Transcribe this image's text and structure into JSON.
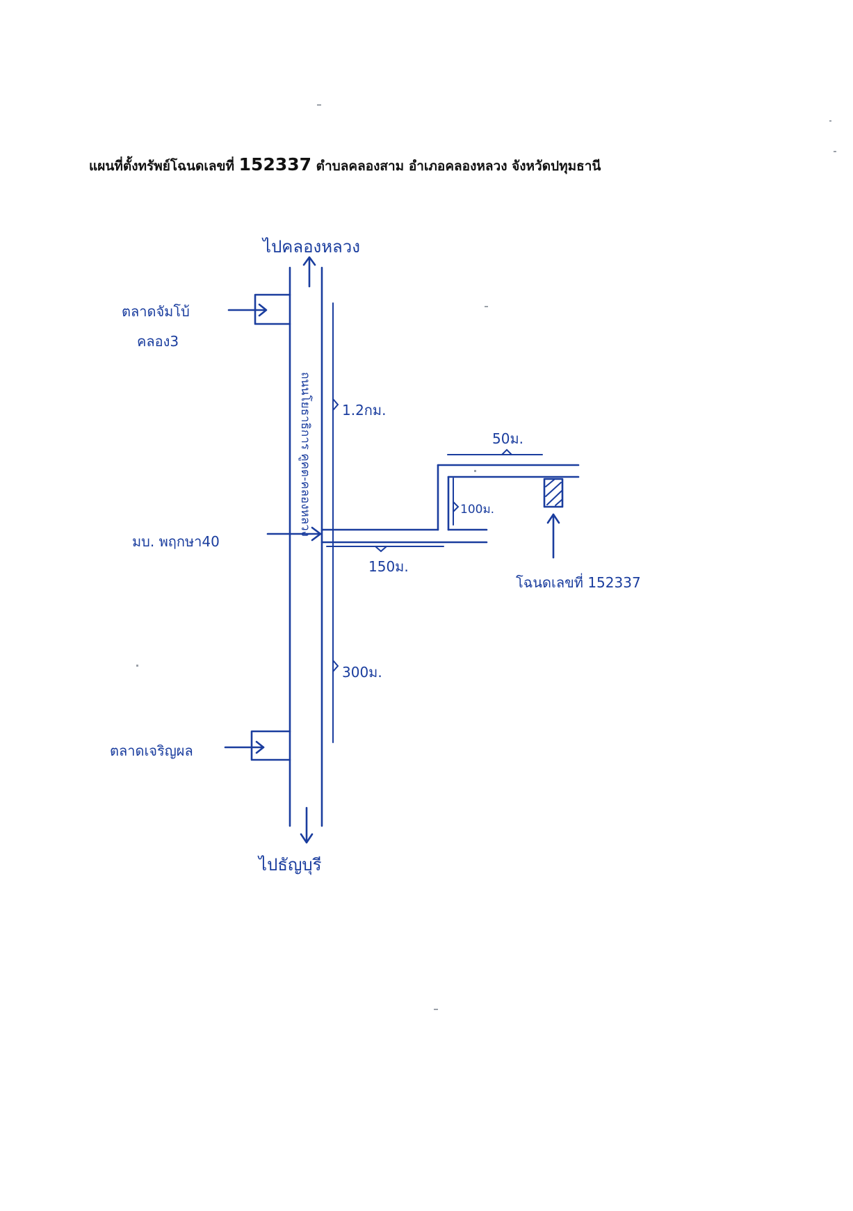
{
  "title": {
    "prefix": "แผนที่ตั้งทรัพย์โฉนดเลขที่",
    "deed_number": "152337",
    "suffix": "ตำบลคลองสาม อำเภอคลองหลวง จังหวัดปทุมธานี"
  },
  "map": {
    "north_direction": "ไปคลองหลวง",
    "south_direction": "ไปธัญบุรี",
    "road_name": "ถนนโยธาธิการ คูคต-คลองหลวง",
    "market_1_line1": "ตลาดจัมโบ้",
    "market_1_line2": "คลอง3",
    "market_2": "ตลาดเจริญผล",
    "village": "มบ. พฤกษา40",
    "distance_north": "1.2กม.",
    "distance_south": "300ม.",
    "distance_soi": "150ม.",
    "distance_branch": "100ม.",
    "distance_top": "50ม.",
    "deed_label": "โฉนดเลขที่ 152337"
  },
  "colors": {
    "ink": "#1a3d9e",
    "print": "#111111"
  }
}
